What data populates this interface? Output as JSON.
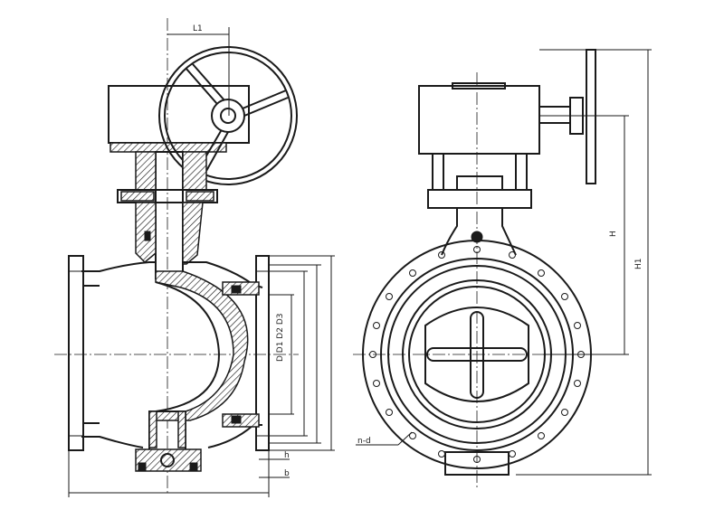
{
  "drawing": {
    "labels": {
      "L1": "L1",
      "dims_right_stack": "D D1 D2 D3",
      "h_small": "h",
      "b_small": "b",
      "H": "H",
      "H1": "H1",
      "bolt_holes": "n-d"
    }
  }
}
